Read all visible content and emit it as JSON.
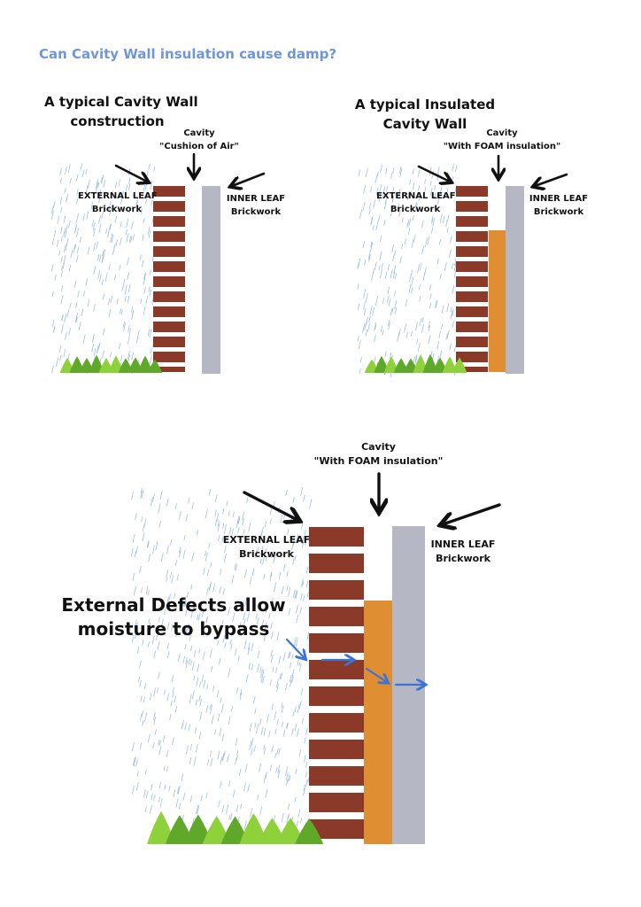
{
  "page": {
    "title": "Can Cavity Wall insulation cause damp?"
  },
  "panels": {
    "typical": {
      "heading_line1": "A typical Cavity Wall",
      "heading_line2": "construction",
      "cavity_label": "Cavity",
      "cavity_sub": "\"Cushion of Air\"",
      "external_line1": "EXTERNAL LEAF",
      "external_line2": "Brickwork",
      "inner_line1": "INNER LEAF",
      "inner_line2": "Brickwork"
    },
    "insulated": {
      "heading_line1": "A typical Insulated",
      "heading_line2": "Cavity Wall",
      "cavity_label": "Cavity",
      "cavity_sub": "\"With FOAM insulation\"",
      "external_line1": "EXTERNAL LEAF",
      "external_line2": "Brickwork",
      "inner_line1": "INNER LEAF",
      "inner_line2": "Brickwork"
    },
    "defect": {
      "cavity_label": "Cavity",
      "cavity_sub": "\"With FOAM insulation\"",
      "external_line1": "EXTERNAL LEAF",
      "external_line2": "Brickwork",
      "inner_line1": "INNER LEAF",
      "inner_line2": "Brickwork",
      "note_line1": "External Defects allow",
      "note_line2": "moisture to bypass"
    }
  },
  "colors": {
    "title": "#6f96d9",
    "brick": "#8b3a2a",
    "mortar": "#ffffff",
    "inner_leaf": "#b5b8c4",
    "foam": "#e08e32",
    "rain": "#8fb2e0",
    "grass_light": "#8ed13a",
    "grass_dark": "#5fa82a",
    "moisture_arrow": "#3b74d6",
    "pointer_arrow": "#111111"
  }
}
